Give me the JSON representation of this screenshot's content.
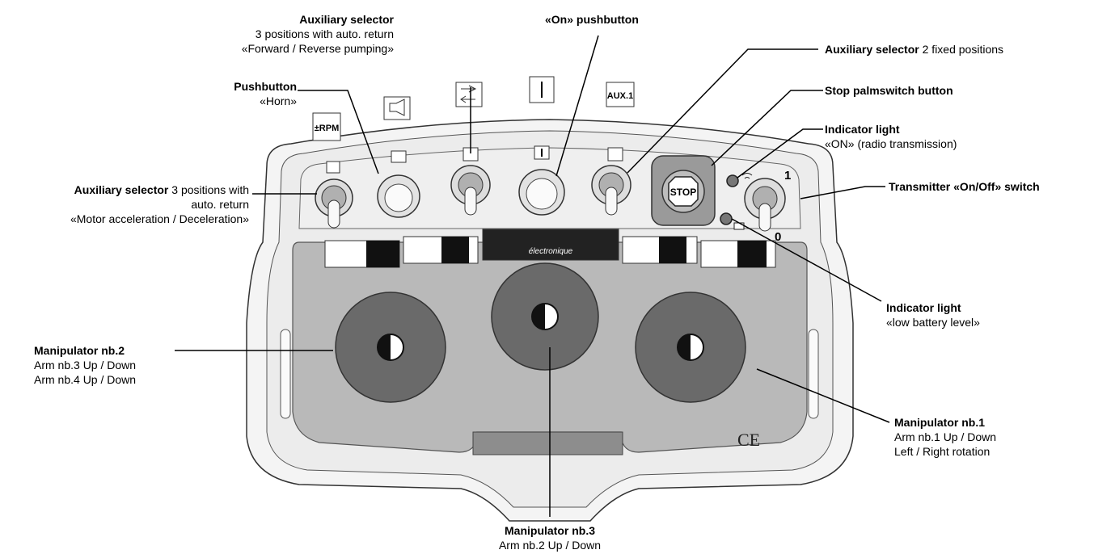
{
  "symbols": {
    "rpm": "±RPM",
    "aux1": "AUX.1",
    "stop": "STOP",
    "one": "1",
    "zero": "0",
    "brand": "électronique",
    "ce": "CE"
  },
  "labels": {
    "aux_selector_motor": {
      "title": "Auxiliary selector",
      "title_rest": " 3 positions with",
      "line2": "auto. return",
      "line3": "«Motor acceleration / Deceleration»"
    },
    "pushbutton_horn": {
      "title": "Pushbutton",
      "line2": "«Horn»"
    },
    "aux_selector_pumping": {
      "title": "Auxiliary selector",
      "line2": "3 positions with auto. return",
      "line3": "«Forward / Reverse pumping»"
    },
    "on_pushbutton": {
      "title": "«On» pushbutton"
    },
    "aux_selector_fixed": {
      "title": "Auxiliary selector",
      "title_rest": " 2 fixed positions"
    },
    "stop_button": {
      "title": "Stop palmswitch button"
    },
    "indicator_on": {
      "title": "Indicator light",
      "line2": "«ON» (radio transmission)"
    },
    "transmitter_switch": {
      "title": "Transmitter «On/Off» switch"
    },
    "indicator_battery": {
      "title": "Indicator light",
      "line2": "«low battery level»"
    },
    "manipulator_2": {
      "title": "Manipulator nb.2",
      "line2": "Arm nb.3 Up / Down",
      "line3": "Arm nb.4 Up / Down"
    },
    "manipulator_1": {
      "title": "Manipulator nb.1",
      "line2": "Arm nb.1 Up / Down",
      "line3": "Left / Right rotation"
    },
    "manipulator_3": {
      "title": "Manipulator nb.3",
      "line2": "Arm nb.2 Up / Down"
    }
  },
  "colors": {
    "panel": "#b9b9b9",
    "knob": "#6a6a6a",
    "housing": "#f2f2f2",
    "outline": "#333333"
  }
}
